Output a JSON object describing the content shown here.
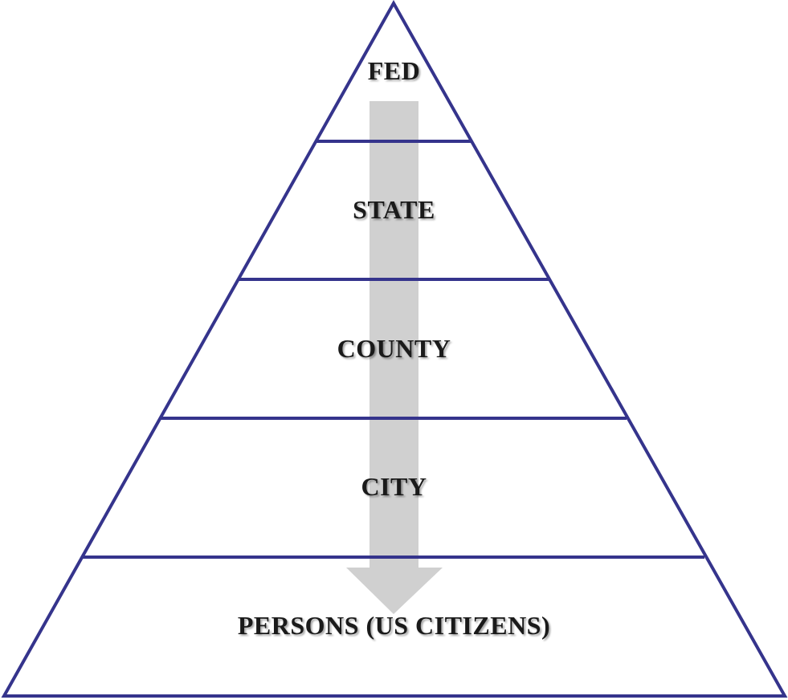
{
  "diagram": {
    "tiers": [
      {
        "id": "fed",
        "label": "FED"
      },
      {
        "id": "state",
        "label": "STATE"
      },
      {
        "id": "county",
        "label": "COUNTY"
      },
      {
        "id": "city",
        "label": "CITY"
      },
      {
        "id": "persons",
        "label": "PERSONS (US CITIZENS)"
      }
    ],
    "colors": {
      "outline": "#35348c",
      "arrow": "#d0d0d0",
      "text": "#1a1a1a"
    }
  }
}
